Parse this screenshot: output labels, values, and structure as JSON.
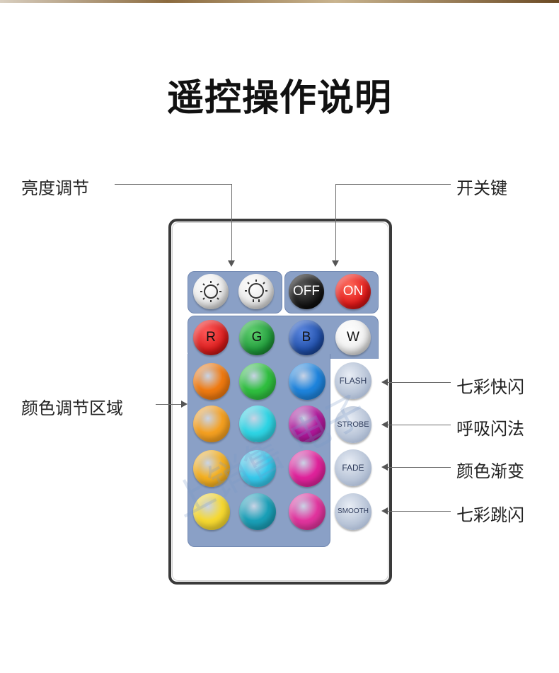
{
  "title": "遥控操作说明",
  "labels": {
    "brightness": "亮度调节",
    "power": "开关键",
    "color_area": "颜色调节区域",
    "flash": "七彩快闪",
    "strobe": "呼吸闪法",
    "fade": "颜色渐变",
    "smooth": "七彩跳闪"
  },
  "remote": {
    "brightness_up_icon": "sun-icon",
    "brightness_down_icon": "sun-outline-icon",
    "off": "OFF",
    "on": "ON",
    "r": "R",
    "g": "G",
    "b": "B",
    "w": "W",
    "flash": "FLASH",
    "strobe": "STROBE",
    "fade": "FADE",
    "smooth": "SMOOTH"
  },
  "colors": {
    "off_button": "#111111",
    "on_button": "#e01818",
    "r_button": "#d81a1a",
    "g_button": "#1f9a3a",
    "b_button": "#1f4ea8",
    "w_button": "#eeeeee",
    "panel": "#8aa0c6",
    "grid": [
      "#f07a10",
      "#2fbf3f",
      "#1e84dd",
      "#f5a020",
      "#2ed5e5",
      "#b0179a",
      "#f5b020",
      "#36c9ec",
      "#e0229b",
      "#f7d930",
      "#1aa0b8",
      "#e2349e"
    ]
  },
  "watermark": "上销售 电子"
}
